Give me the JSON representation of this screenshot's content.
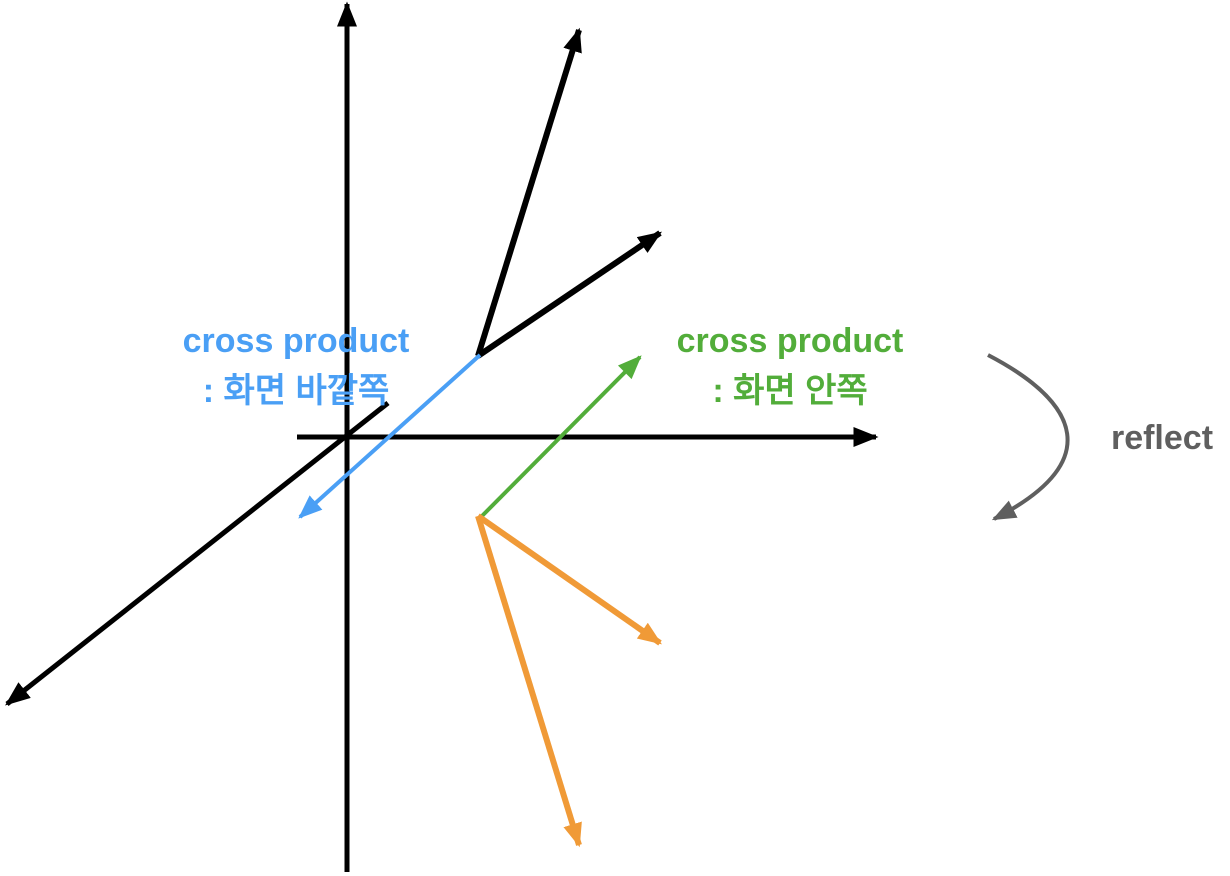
{
  "labels": {
    "outward": {
      "title": "cross product",
      "subtitle": ": 화면 바깥쪽"
    },
    "inward": {
      "title": "cross product",
      "subtitle": ": 화면 안쪽"
    },
    "reflect": "reflect"
  },
  "colors": {
    "axes": "#000000",
    "outward": "#4a9ff5",
    "inward": "#52ad3a",
    "reflected": "#f09a37",
    "reflect_arrow": "#5f5f5f"
  }
}
